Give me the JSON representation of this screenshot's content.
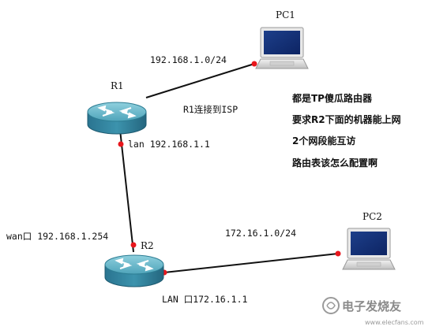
{
  "devices": {
    "r1": {
      "label": "R1"
    },
    "r2": {
      "label": "R2"
    },
    "pc1": {
      "label": "PC1"
    },
    "pc2": {
      "label": "PC2"
    }
  },
  "links": {
    "r1_pc1": "192.168.1.0/24",
    "r1_isp": "R1连接到ISP",
    "r1_lan": "lan 192.168.1.1",
    "r2_wan": "wan口 192.168.1.254",
    "r2_pc2": "172.16.1.0/24",
    "r2_lan": "LAN 口172.16.1.1"
  },
  "notes": [
    "都是TP傻瓜路由器",
    "要求R2下面的机器能上网",
    "2个网段能互访",
    "路由表该怎么配置啊"
  ],
  "watermark": {
    "text": "电子发烧友",
    "sub": "www.elecfans.com"
  },
  "colors": {
    "router_top": "#5fb0c4",
    "router_body": "#2f7f98",
    "link": "#111111",
    "port_dot": "#e8161c"
  }
}
